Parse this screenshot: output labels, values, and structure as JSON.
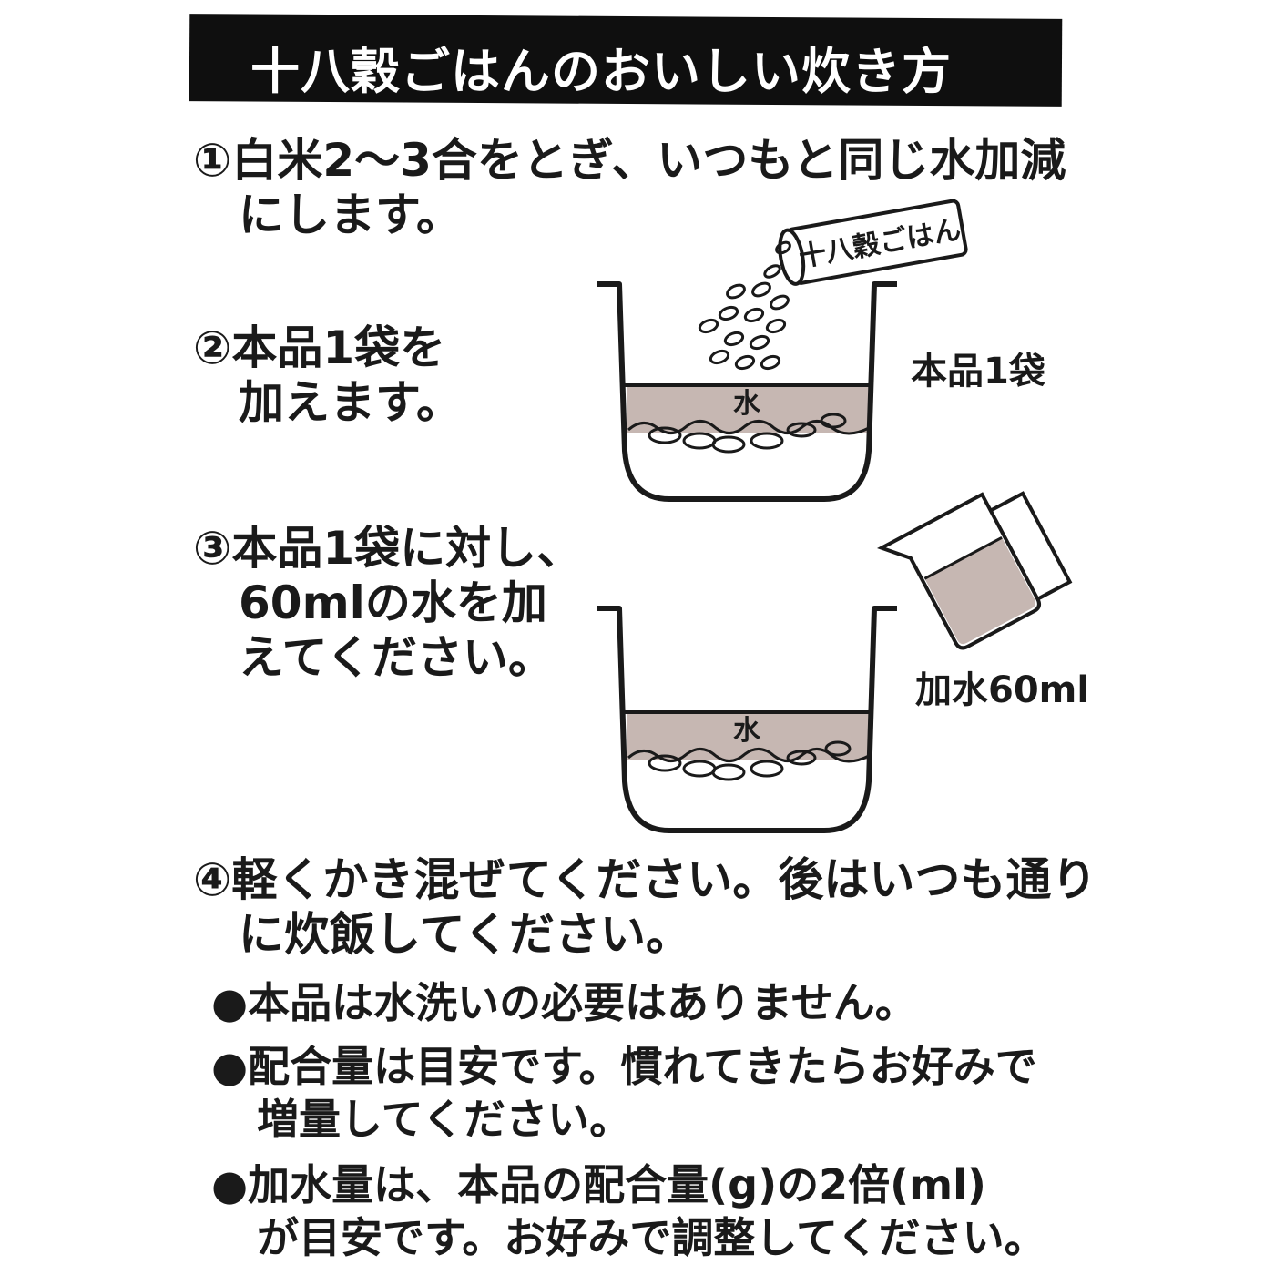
{
  "title": "十八穀ごはんのおいしい炊き方",
  "steps": [
    {
      "mark": "①",
      "lines": [
        "白米2〜3合をとぎ、いつもと同じ水加減",
        "にします。"
      ]
    },
    {
      "mark": "②",
      "lines": [
        "本品1袋を",
        "加えます。"
      ]
    },
    {
      "mark": "③",
      "lines": [
        "本品1袋に対し、",
        "60mlの水を加",
        "えてください。"
      ]
    },
    {
      "mark": "④",
      "lines": [
        "軽くかき混ぜてください。後はいつも通り",
        "に炊飯してください。"
      ]
    }
  ],
  "illustrations": {
    "packet_label": "十八穀ごはん",
    "water_label": "水",
    "label_add_packet": "本品1袋",
    "label_add_water": "加水60ml",
    "water_color": "#c6b7b2",
    "ink_color": "#1a1a1a"
  },
  "notes": [
    {
      "mark": "●",
      "lines": [
        "本品は水洗いの必要はありません。"
      ]
    },
    {
      "mark": "●",
      "lines": [
        "配合量は目安です。慣れてきたらお好みで",
        "増量してください。"
      ]
    },
    {
      "mark": "●",
      "lines": [
        "加水量は、本品の配合量(g)の2倍(ml)",
        "が目安です。お好みで調整してください。"
      ]
    }
  ]
}
